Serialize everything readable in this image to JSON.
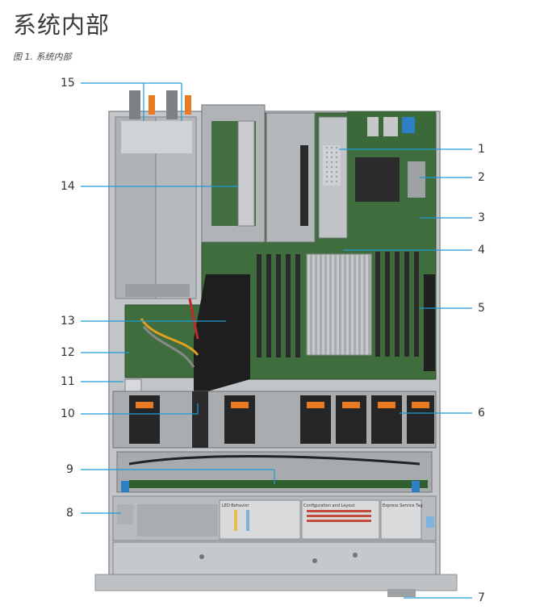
{
  "page": {
    "title": "系统内部",
    "caption": "图 1. 系统内部"
  },
  "callouts": [
    {
      "num": "1"
    },
    {
      "num": "2"
    },
    {
      "num": "3"
    },
    {
      "num": "4"
    },
    {
      "num": "5"
    },
    {
      "num": "6"
    },
    {
      "num": "7"
    },
    {
      "num": "8"
    },
    {
      "num": "9"
    },
    {
      "num": "10"
    },
    {
      "num": "11"
    },
    {
      "num": "12"
    },
    {
      "num": "13"
    },
    {
      "num": "14"
    },
    {
      "num": "15"
    }
  ],
  "labels": {
    "led_title": "LED Behavior",
    "config_title": "Configuration and Layout",
    "express_title": "Express Service Tag"
  },
  "colors": {
    "leader": "#1e9ad6",
    "chassis": "#b9bcbf",
    "board": "#3a6b3a",
    "dimm": "#2a2a2a",
    "heatsink": "#c8c8c8",
    "fan_blade": "#e87a24",
    "blue_tab": "#2f7fc4"
  }
}
